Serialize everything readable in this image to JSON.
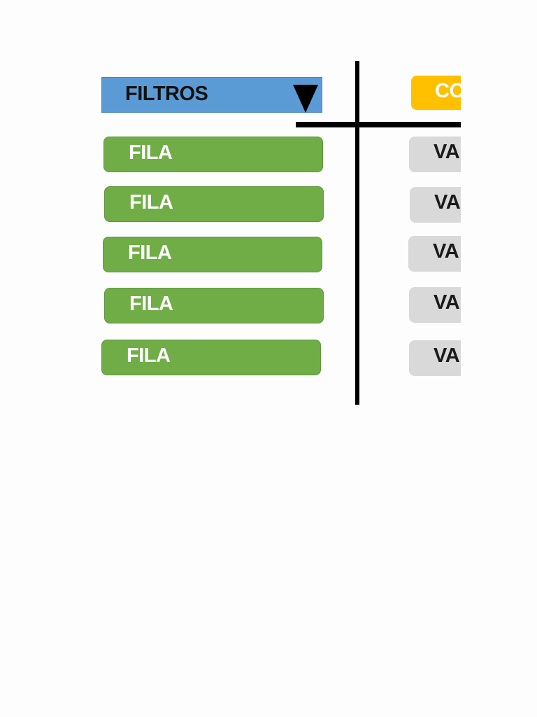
{
  "filter": {
    "label": "FILTROS",
    "icon": "triangle-down-icon"
  },
  "column": {
    "label": "CO"
  },
  "rows": [
    {
      "label": "FILA",
      "value": "VA"
    },
    {
      "label": "FILA",
      "value": "VA"
    },
    {
      "label": "FILA",
      "value": "VA"
    },
    {
      "label": "FILA",
      "value": "VA"
    },
    {
      "label": "FILA",
      "value": "VA"
    }
  ],
  "colors": {
    "filter": "#5b9bd5",
    "row": "#70ad47",
    "column": "#ffc000",
    "value": "#d9d9d9",
    "lines": "#000000"
  }
}
